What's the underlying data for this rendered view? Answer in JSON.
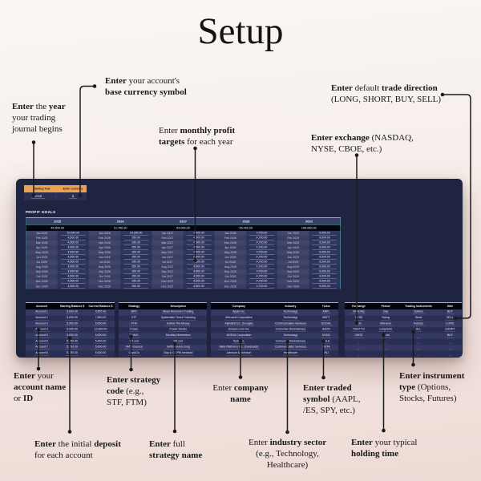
{
  "title": "Setup",
  "annotations": {
    "year": {
      "lines": [
        "**Enter** the **year**",
        "your trading",
        "journal begins"
      ]
    },
    "base_currency": {
      "lines": [
        "**Enter** your account's",
        "**base currency symbol**"
      ]
    },
    "monthly_profit": {
      "lines": [
        "Enter **monthly profit**",
        "**targets** for each year"
      ]
    },
    "trade_direction": {
      "lines": [
        "**Enter** default **trade direction**",
        "(LONG, SHORT, BUY, SELL)"
      ]
    },
    "exchange": {
      "lines": [
        "**Enter exchange** (NASDAQ,",
        "NYSE, CBOE, etc.)"
      ]
    },
    "account_name": {
      "lines": [
        "**Enter** your",
        "**account name**",
        "or **ID**"
      ]
    },
    "strategy_code": {
      "lines": [
        "**Enter strategy**",
        "**code** (e.g.,",
        "STF, FTM)"
      ]
    },
    "deposit": {
      "lines": [
        "**Enter** the initial **deposit**",
        "for each account"
      ]
    },
    "strategy_name": {
      "lines": [
        "**Enter** full",
        "**strategy name**"
      ]
    },
    "company_name": {
      "lines": [
        "Enter **company**",
        "**name**"
      ]
    },
    "traded_symbol": {
      "lines": [
        "**Enter traded**",
        "**symbol** (AAPL,",
        "/ES, SPY, etc.)"
      ]
    },
    "instrument_type": {
      "lines": [
        "**Enter instrument**",
        "**type** (Options,",
        "Stocks, Futures)"
      ]
    },
    "industry_sector": {
      "lines": [
        "Enter **industry sector**",
        "(e.g., Technology,",
        "Healthcare)"
      ]
    },
    "holding_time": {
      "lines": [
        "**Enter** your typical",
        "**holding time**"
      ]
    }
  },
  "sheet": {
    "starting_year_panel": {
      "starting_year_label": "Starting Year",
      "currency_label": "Enter currency",
      "year_value": "2025",
      "separator": "-",
      "currency_value": "$"
    },
    "profit_goals": {
      "section_label": "PROFIT GOALS",
      "month_names": [
        "Jan",
        "Feb",
        "Mar",
        "Apr",
        "May",
        "Jun",
        "Jul",
        "Aug",
        "Sep",
        "Oct",
        "Nov",
        "Dec"
      ],
      "years": [
        {
          "year": "2025",
          "total": "49,500.00",
          "values": [
            "20,000.00",
            "4,500.00",
            "4,500.00",
            "4,500.00",
            "4,500.00",
            "4,500.00",
            "4,500.00",
            "4,500.00",
            "4,500.00",
            "4,500.00",
            "4,500.00",
            "4,500.00"
          ]
        },
        {
          "year": "2026",
          "total": "12,750.00",
          "values": [
            "10,000.00",
            "250.00",
            "250.00",
            "250.00",
            "250.00",
            "250.00",
            "250.00",
            "250.00",
            "250.00",
            "250.00",
            "250.00",
            "250.00"
          ]
        },
        {
          "year": "2027",
          "total": "54,000.00",
          "values": [
            "4,500.00",
            "4,500.00",
            "4,500.00",
            "4,500.00",
            "4,500.00",
            "4,500.00",
            "4,500.00",
            "4,500.00",
            "4,500.00",
            "4,500.00",
            "4,500.00",
            "4,500.00"
          ]
        },
        {
          "year": "2028",
          "total": "56,400.00",
          "values": [
            "4,700.00",
            "4,700.00",
            "4,700.00",
            "4,700.00",
            "4,700.00",
            "4,700.00",
            "4,700.00",
            "4,700.00",
            "4,700.00",
            "4,700.00",
            "4,700.00",
            "4,700.00"
          ]
        },
        {
          "year": "2029",
          "total": "108,000.00",
          "values": [
            "9,000.00",
            "9,000.00",
            "9,000.00",
            "9,000.00",
            "9,000.00",
            "9,000.00",
            "9,000.00",
            "9,000.00",
            "9,000.00",
            "9,000.00",
            "9,000.00",
            "9,000.00"
          ]
        }
      ]
    },
    "accounts_table": {
      "headers": [
        "Account",
        "Starting Balance $",
        "Current Balance $"
      ],
      "rows": [
        [
          "Account 1",
          "5,000.00",
          "4,567.40"
        ],
        [
          "Account 2",
          "5,000.00",
          "7,890.00"
        ],
        [
          "Account 3",
          "5,000.00",
          "5,000.00"
        ],
        [
          "Account 4",
          "5,000.00",
          "10,000.00"
        ],
        [
          "Account 5",
          "5,000.00",
          "5,000.00"
        ],
        [
          "Account 6",
          "5,250.00",
          "5,000.00"
        ],
        [
          "Account 7",
          "5,250.00",
          "5,000.00"
        ],
        [
          "Account 8",
          "5,250.00",
          "5,000.00"
        ]
      ],
      "empty_row_count": 0
    },
    "strategies_table": {
      "headers": [
        "Strategy",
        "Description"
      ],
      "rows": [
        [
          "MRT",
          "Mean Reversion Trading"
        ],
        [
          "STF",
          "Systematic Trend Following"
        ],
        [
          "FTM",
          "Follow The Money"
        ],
        [
          "Power",
          "Power Stocks"
        ],
        [
          "MoMO",
          "Monthly Momentum"
        ],
        [
          "9/0 curl",
          "9/0 curl"
        ],
        [
          "34/50 bounce",
          "34/50 bounce long"
        ],
        [
          "Gap&Go",
          "Gap & Go PM breakout"
        ]
      ],
      "empty_row_count": 0
    },
    "companies_table": {
      "headers": [
        "Company",
        "Industry",
        "Ticker"
      ],
      "rows": [
        [
          "Apple Inc.",
          "Technology",
          "AAPL"
        ],
        [
          "Microsoft Corporation",
          "Technology",
          "MSFT"
        ],
        [
          "Alphabet Inc. (Google)",
          "Communication Services",
          "GOOGL"
        ],
        [
          "Amazon.com Inc.",
          "Consumer Discretionary",
          "AMZN"
        ],
        [
          "NVIDIA Corporation",
          "Technology",
          "NVDA"
        ],
        [
          "Tesla Inc.",
          "Consumer Discretionary",
          "TSLA"
        ],
        [
          "Meta Platforms Inc. (Facebook)",
          "Communication Services",
          "META"
        ],
        [
          "Johnson & Johnson",
          "Healthcare",
          "JNJ"
        ]
      ],
      "empty_row_count": 0
    },
    "trade_settings_table": {
      "headers": [
        "Exchange",
        "Period",
        "Trading Instruments",
        "Side"
      ],
      "rows": [
        [
          "NASDAQ",
          "Day",
          "Options",
          "BUY"
        ],
        [
          "NYSE",
          "Swing",
          "Stock",
          "SELL"
        ],
        [
          "LSE",
          "Mid-term",
          "Futures",
          "LONG"
        ],
        [
          "TSE/TYO",
          "Long-term",
          "ALL",
          "SHORT"
        ],
        [
          "CBOE",
          "Trend",
          "",
          "BUY"
        ]
      ],
      "empty_row_count": 3
    }
  },
  "colors": {
    "accent_orange": "#eda24f",
    "accent_teal": "#53c6c9",
    "sheet_background": "#1f2440",
    "page_background_top": "#faf7f5",
    "page_background_bottom": "#eedad5",
    "connector_line": "#1c1c1c"
  }
}
